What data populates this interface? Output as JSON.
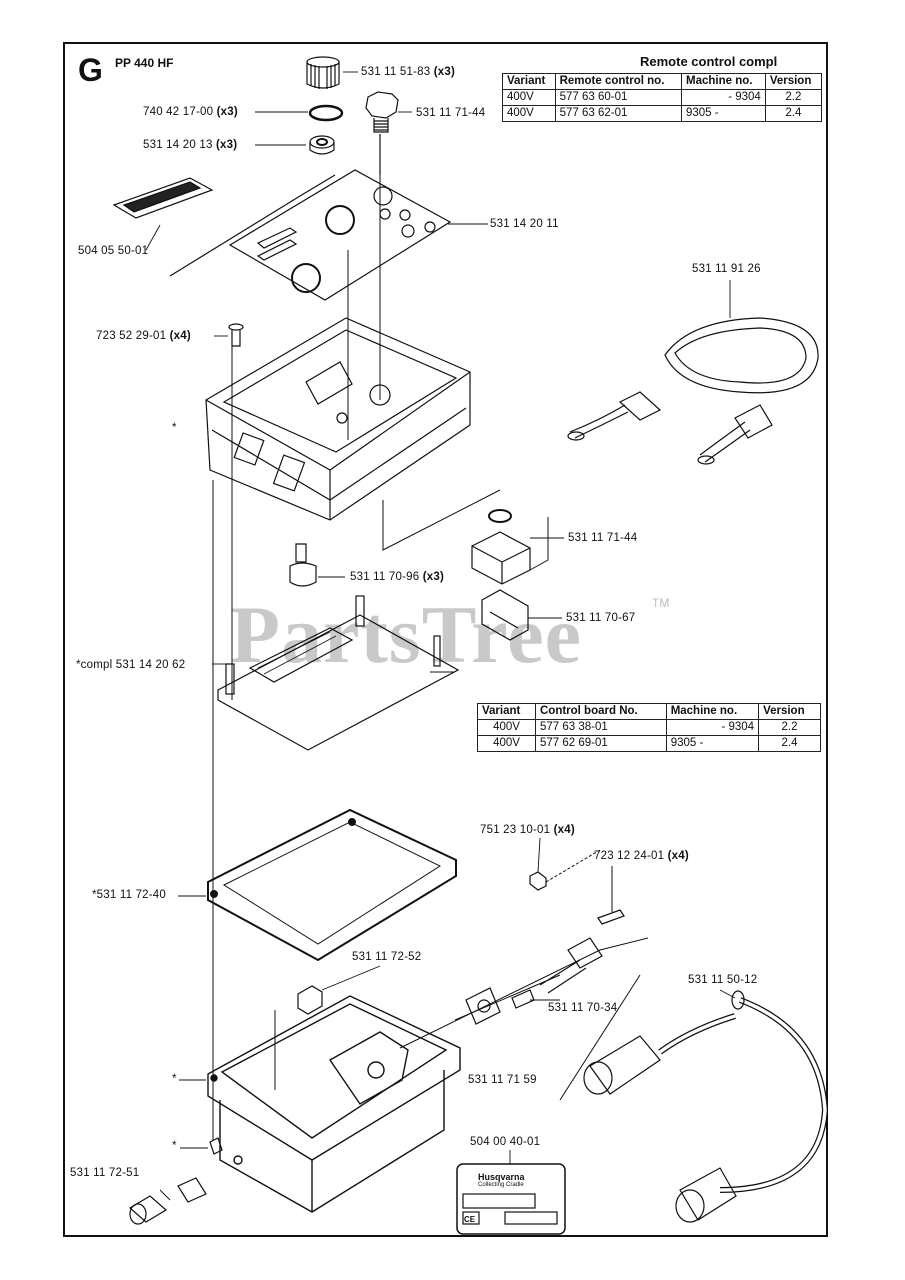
{
  "header": {
    "section": "G",
    "model": "PP 440 HF",
    "title": "Remote control compl"
  },
  "remote_table": {
    "headers": [
      "Variant",
      "Remote control no.",
      "Machine no.",
      "Version"
    ],
    "rows": [
      [
        "400V",
        "577 63 60-01",
        "- 9304",
        "2.2"
      ],
      [
        "400V",
        "577 63 62-01",
        "9305 -",
        "2.4"
      ]
    ]
  },
  "board_table": {
    "headers": [
      "Variant",
      "Control board No.",
      "Machine no.",
      "Version"
    ],
    "rows": [
      [
        "400V",
        "577 63 38-01",
        "- 9304",
        "2.2"
      ],
      [
        "400V",
        "577 62 69-01",
        "9305 -",
        "2.4"
      ]
    ]
  },
  "labels": {
    "knob": {
      "part": "531 11 51-83",
      "qty": "(x3)"
    },
    "oring": {
      "part": "740 42 17-00",
      "qty": "(x3)"
    },
    "grommet": {
      "part": "531 14 20 13",
      "qty": "(x3)"
    },
    "plug_top": {
      "part": "531 11 71-44",
      "qty": ""
    },
    "decal": {
      "part": "504 05 50-01",
      "qty": ""
    },
    "overlay": {
      "part": "531 14 20 11",
      "qty": ""
    },
    "strap": {
      "part": "531 11 91 26",
      "qty": ""
    },
    "screw_top": {
      "part": "723 52 29-01",
      "qty": "(x4)"
    },
    "switch": {
      "part": "531 11 71-44",
      "qty": ""
    },
    "spacer": {
      "part": "531 11 70-96",
      "qty": "(x3)"
    },
    "clip": {
      "part": "531 11 70-67",
      "qty": ""
    },
    "compl": {
      "part": "*compl 531 14 20 62",
      "qty": ""
    },
    "nut": {
      "part": "751 23 10-01",
      "qty": "(x4)"
    },
    "screw_conn": {
      "part": "723 12 24-01",
      "qty": "(x4)"
    },
    "gasket": {
      "part": "*531 11 72-40",
      "qty": ""
    },
    "clamp": {
      "part": "531 11 72-52",
      "qty": ""
    },
    "connector": {
      "part": "531 11 70-34",
      "qty": ""
    },
    "cable": {
      "part": "531 11 50-12",
      "qty": ""
    },
    "cover": {
      "part": "531 11 71 59",
      "qty": ""
    },
    "plug_bottom": {
      "part": "531 11 72-51",
      "qty": ""
    },
    "plate": {
      "part": "504 00 40-01",
      "qty": ""
    },
    "star1": "*",
    "star2": "*",
    "star3": "*"
  },
  "plate": {
    "logo": "Husqvarna",
    "sub": "Collecting Cradle",
    "ce": "CE"
  },
  "watermark": {
    "text": "PartsTree",
    "tm": "TM"
  }
}
